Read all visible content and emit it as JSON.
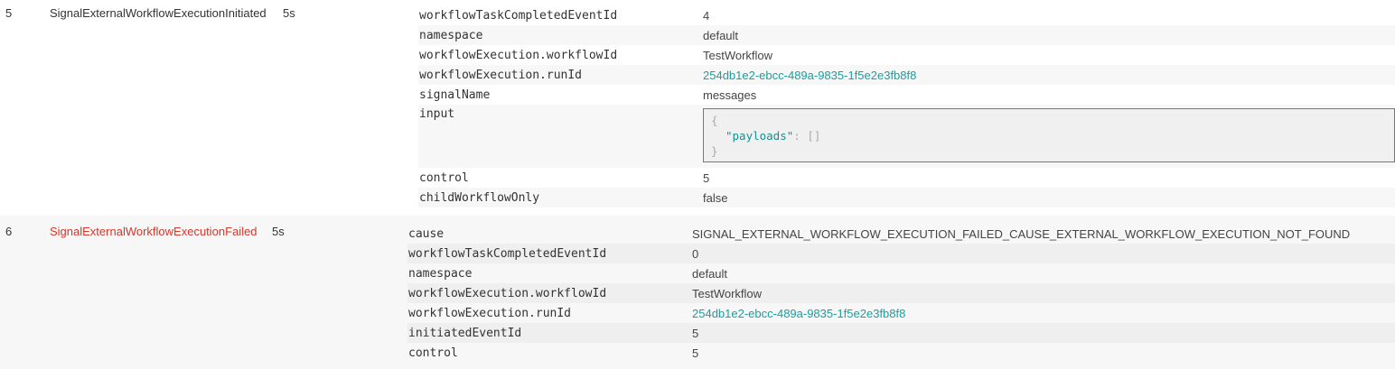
{
  "events": [
    {
      "id": "5",
      "type": "SignalExternalWorkflowExecutionInitiated",
      "time": "5s",
      "details": [
        {
          "key": "workflowTaskCompletedEventId",
          "value": "4"
        },
        {
          "key": "namespace",
          "value": "default"
        },
        {
          "key": "workflowExecution.workflowId",
          "value": "TestWorkflow"
        },
        {
          "key": "workflowExecution.runId",
          "value": "254db1e2-ebcc-489a-9835-1f5e2e3fb8f8"
        },
        {
          "key": "signalName",
          "value": "messages"
        },
        {
          "key": "input",
          "json_open": "{",
          "json_key": "\"payloads\"",
          "json_sep": ": ",
          "json_value": "[]",
          "json_close": "}"
        },
        {
          "key": "control",
          "value": "5"
        },
        {
          "key": "childWorkflowOnly",
          "value": "false"
        }
      ]
    },
    {
      "id": "6",
      "type": "SignalExternalWorkflowExecutionFailed",
      "time": "5s",
      "status_color": "#d2382c",
      "details": [
        {
          "key": "cause",
          "value": "SIGNAL_EXTERNAL_WORKFLOW_EXECUTION_FAILED_CAUSE_EXTERNAL_WORKFLOW_EXECUTION_NOT_FOUND"
        },
        {
          "key": "workflowTaskCompletedEventId",
          "value": "0"
        },
        {
          "key": "namespace",
          "value": "default"
        },
        {
          "key": "workflowExecution.workflowId",
          "value": "TestWorkflow"
        },
        {
          "key": "workflowExecution.runId",
          "value": "254db1e2-ebcc-489a-9835-1f5e2e3fb8f8"
        },
        {
          "key": "initiatedEventId",
          "value": "5"
        },
        {
          "key": "control",
          "value": "5"
        }
      ]
    }
  ],
  "colors": {
    "link": "#1a9e9e",
    "failed": "#d2382c"
  }
}
